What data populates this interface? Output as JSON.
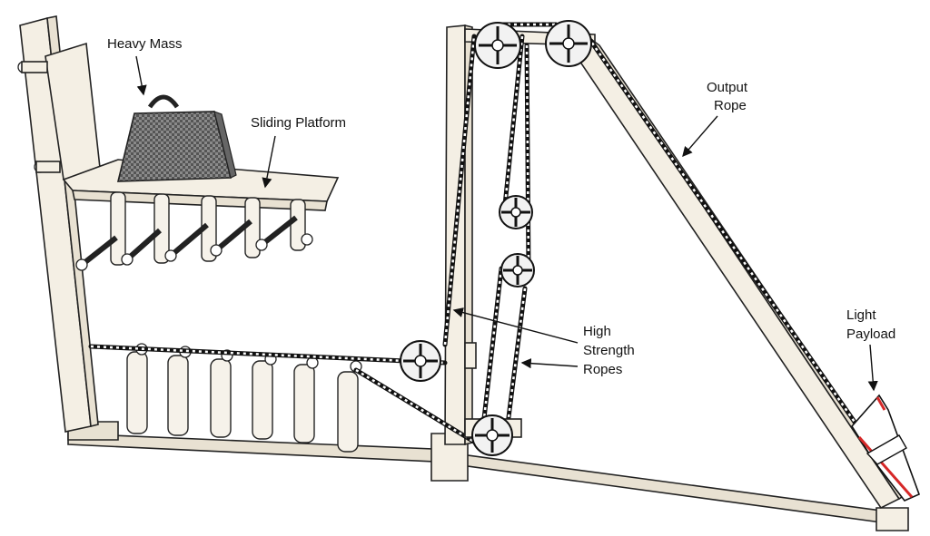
{
  "labels": {
    "heavy_mass": "Heavy Mass",
    "sliding_platform": "Sliding Platform",
    "output_rope_1": "Output",
    "output_rope_2": "Rope",
    "high_strength_1": "High",
    "high_strength_2": "Strength",
    "high_strength_3": "Ropes",
    "light_payload_1": "Light",
    "light_payload_2": "Payload"
  },
  "colors": {
    "ink": "#111111",
    "wood": "#f4efe4",
    "payload_accent": "#d62828"
  }
}
